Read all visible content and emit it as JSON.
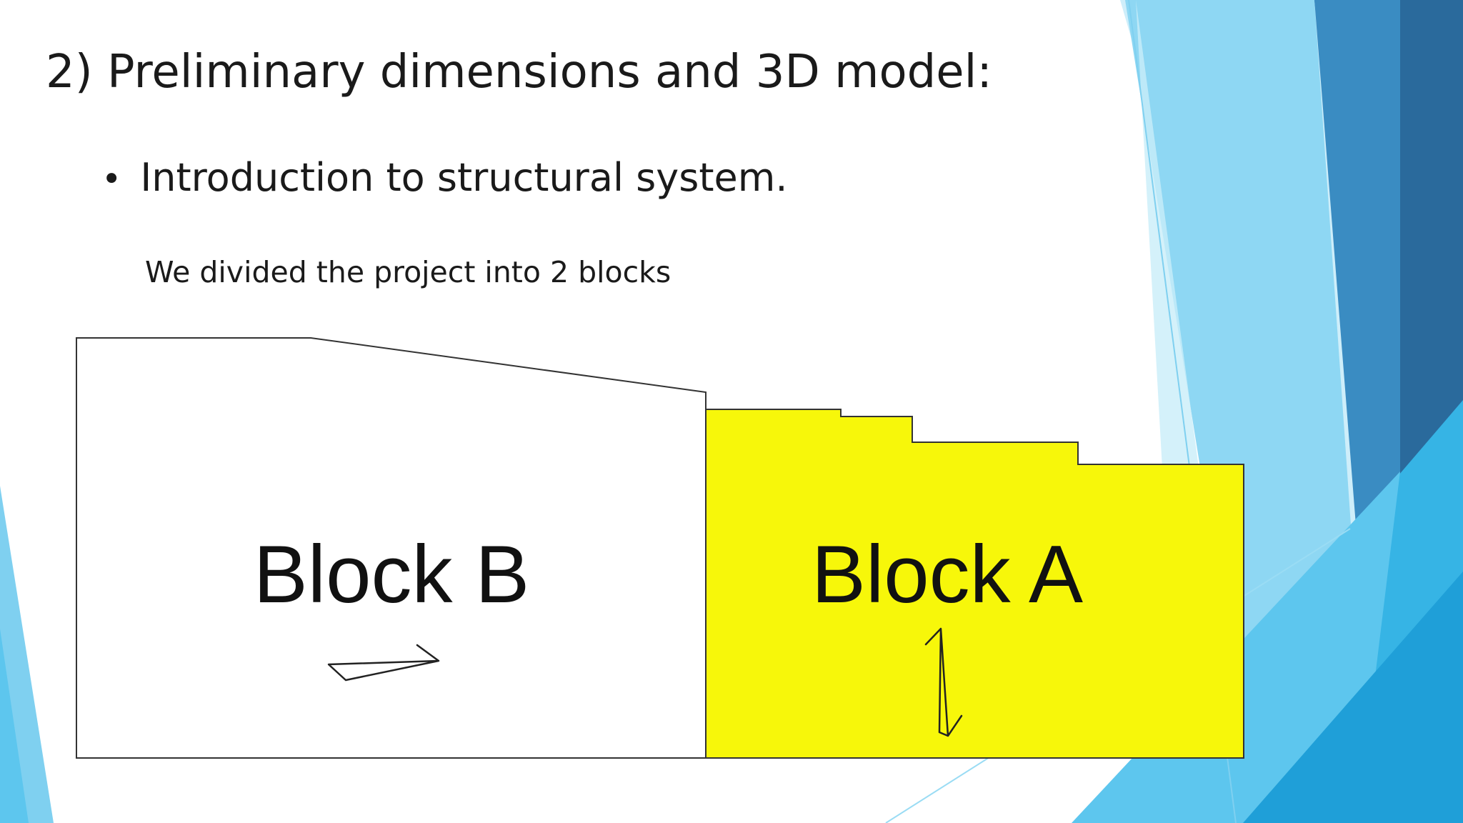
{
  "slide": {
    "title": "2) Preliminary dimensions and 3D model:",
    "bullet": "Introduction to structural system.",
    "subtext": "We divided the project into 2 blocks"
  },
  "diagram": {
    "block_b": {
      "label": "Block B",
      "fill": "#ffffff",
      "arrow_direction": "horizontal"
    },
    "block_a": {
      "label": "Block A",
      "fill": "#f7f70a",
      "arrow_direction": "vertical"
    }
  },
  "theme": {
    "accent_colors": [
      "#7fd0f0",
      "#2e7fb5",
      "#2a6a9c",
      "#36b4e5",
      "#5dc6ee"
    ]
  }
}
